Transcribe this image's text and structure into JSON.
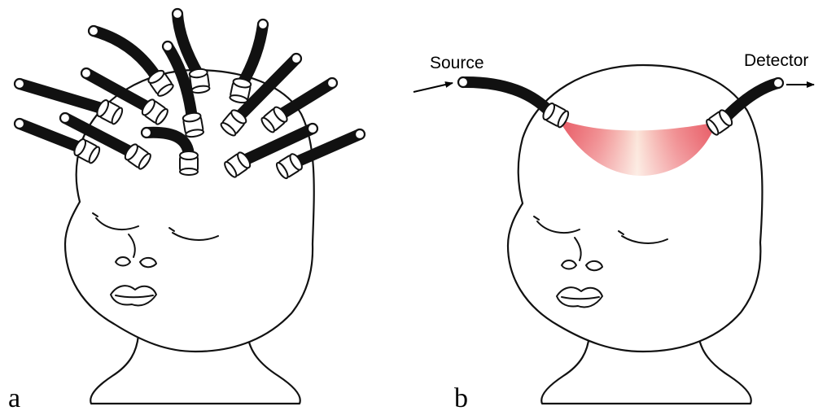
{
  "panels": {
    "a": {
      "letter": "a"
    },
    "b": {
      "letter": "b",
      "source_label": "Source",
      "detector_label": "Detector"
    }
  },
  "colors": {
    "line": "#111111",
    "cable": "#111111",
    "light_path": "#e8333c",
    "light_path_center": "#fbe0d6",
    "background": "#ffffff"
  },
  "icons": {
    "probe": "optical-fiber-probe-icon",
    "arrow": "arrow-right-icon"
  }
}
